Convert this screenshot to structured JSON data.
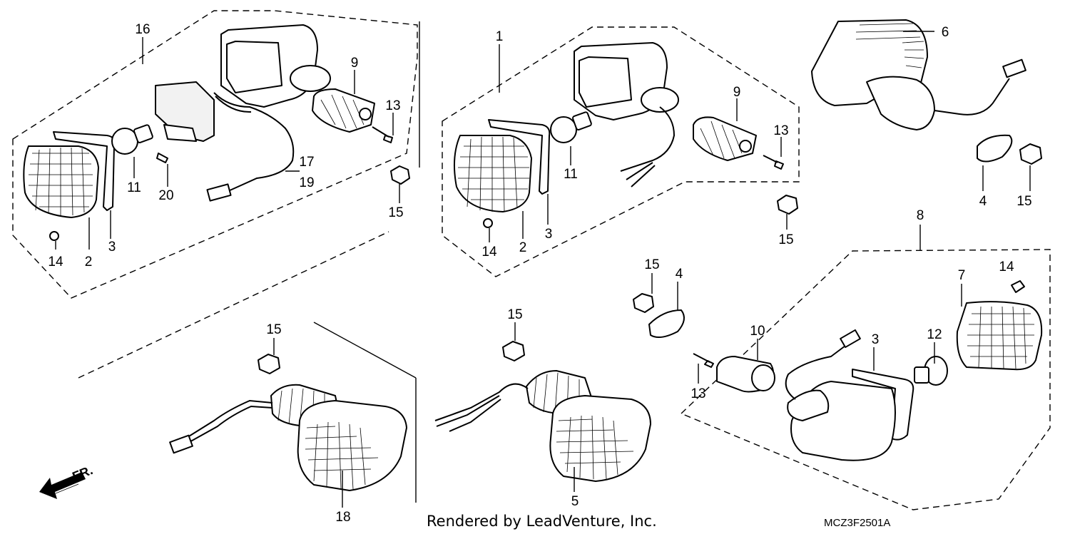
{
  "callouts": {
    "c16": "16",
    "c9a": "9",
    "c13a": "13",
    "c11a": "11",
    "c20": "20",
    "c17": "17",
    "c19": "19",
    "c15a": "15",
    "c14a": "14",
    "c2a": "2",
    "c3a": "3",
    "c1": "1",
    "c9b": "9",
    "c13b": "13",
    "c11b": "11",
    "c14b": "14",
    "c2b": "2",
    "c3b": "3",
    "c15b": "15",
    "c6": "6",
    "c4a": "4",
    "c15c": "15",
    "c8": "8",
    "c15d": "15",
    "c4b": "4",
    "c7": "7",
    "c14c": "14",
    "c10": "10",
    "c3c": "3",
    "c12": "12",
    "c13c": "13",
    "c15e": "15",
    "c18": "18",
    "c15f": "15",
    "c5": "5"
  },
  "footer": {
    "credit": "Rendered by LeadVenture, Inc.",
    "code": "MCZ3F2501A",
    "direction": "FR."
  },
  "icons": {
    "direction": "front-arrow-icon"
  }
}
